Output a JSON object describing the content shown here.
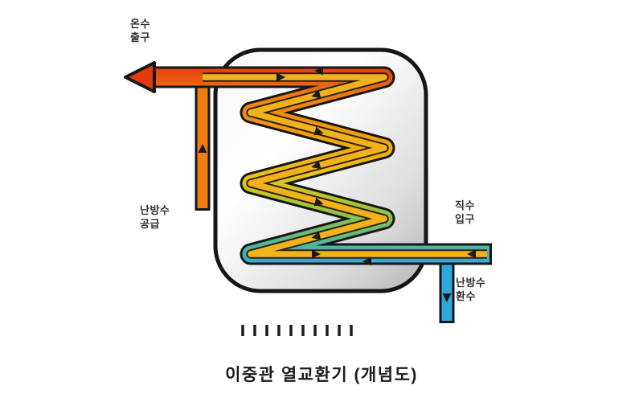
{
  "diagram": {
    "caption": "이중관 열교환기 (개념도)",
    "labels": {
      "hot_water_outlet": "온수\n출구",
      "heating_supply": "난방수\n공급",
      "cold_water_inlet": "직수\n입구",
      "heating_return": "난방수\n환수"
    },
    "colors": {
      "hot": "#e23a0e",
      "warm": "#f07c12",
      "cold": "#2fa9dc",
      "core": "#f2b21b",
      "ink": "#1a1a1a"
    },
    "tube_gradient": {
      "s0": "#e23a0e",
      "s1": "#f07c12",
      "s2": "#f3a50d",
      "s3": "#edc414",
      "s4": "#9cc43c",
      "s5": "#5cba86",
      "s6": "#2fa9dc"
    },
    "vessel_gradient": {
      "s0": "#f7f7f7",
      "s1": "#ffffff",
      "s2": "#dcdcdc",
      "s3": "#b5b5b5"
    }
  }
}
